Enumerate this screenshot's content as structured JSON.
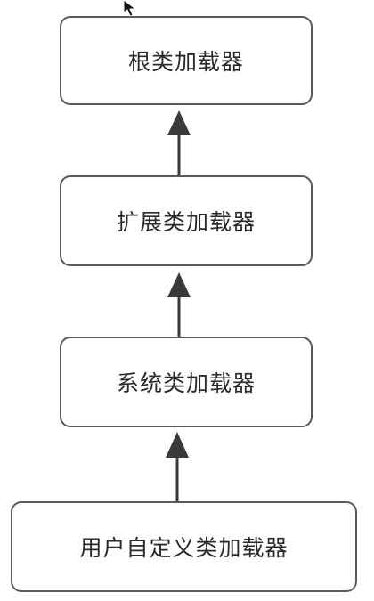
{
  "nodes": {
    "root": "根类加载器",
    "extension": "扩展类加载器",
    "system": "系统类加载器",
    "user_defined": "用户自定义类加载器"
  },
  "colors": {
    "border": "#5a5a5a",
    "arrow": "#3a3a3a",
    "text": "#2a2a2a"
  },
  "icons": {
    "cursor": "mouse-pointer-icon"
  }
}
